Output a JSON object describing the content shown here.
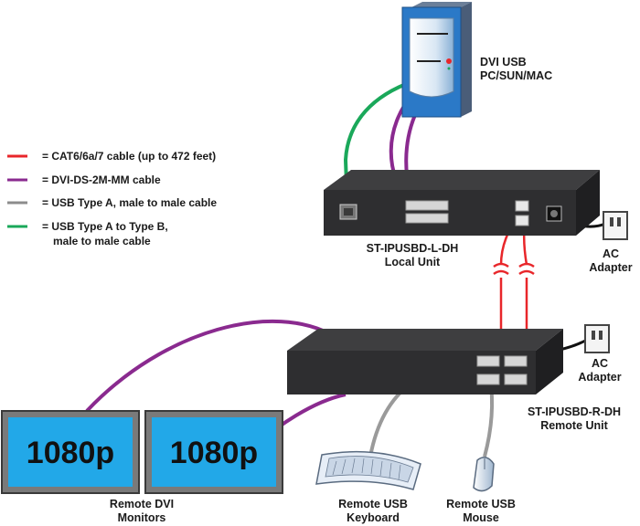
{
  "legend": {
    "items": [
      {
        "text": "= CAT6/6a/7 cable (up to 472 feet)",
        "color": "#e8262a"
      },
      {
        "text": "= DVI-DS-2M-MM cable",
        "color": "#8a2a8f"
      },
      {
        "text": "= USB Type A, male to male cable",
        "color": "#8c8c8c"
      },
      {
        "text": "= USB Type A to Type B,",
        "text2": "male to male cable",
        "color": "#1aa85a"
      }
    ]
  },
  "computer": {
    "line1": "DVI USB",
    "line2": "PC/SUN/MAC"
  },
  "local_unit": {
    "line1": "ST-IPUSBD-L-DH",
    "line2": "Local Unit"
  },
  "remote_unit": {
    "line1": "ST-IPUSBD-R-DH",
    "line2": "Remote Unit"
  },
  "ac_adapter_top": {
    "line1": "AC",
    "line2": "Adapter"
  },
  "ac_adapter_bottom": {
    "line1": "AC",
    "line2": "Adapter"
  },
  "monitors": {
    "screen1": "1080p",
    "screen2": "1080p",
    "line1": "Remote DVI",
    "line2": "Monitors"
  },
  "keyboard": {
    "line1": "Remote USB",
    "line2": "Keyboard"
  },
  "mouse": {
    "line1": "Remote USB",
    "line2": "Mouse"
  },
  "colors": {
    "cat6": "#e8262a",
    "dvi": "#8a2a8f",
    "usb_a": "#8c8c8c",
    "usb_ab": "#1aa85a",
    "screen": "#22a8e8",
    "unit_top": "#3a3a3c",
    "unit_front": "#2e2e30"
  }
}
